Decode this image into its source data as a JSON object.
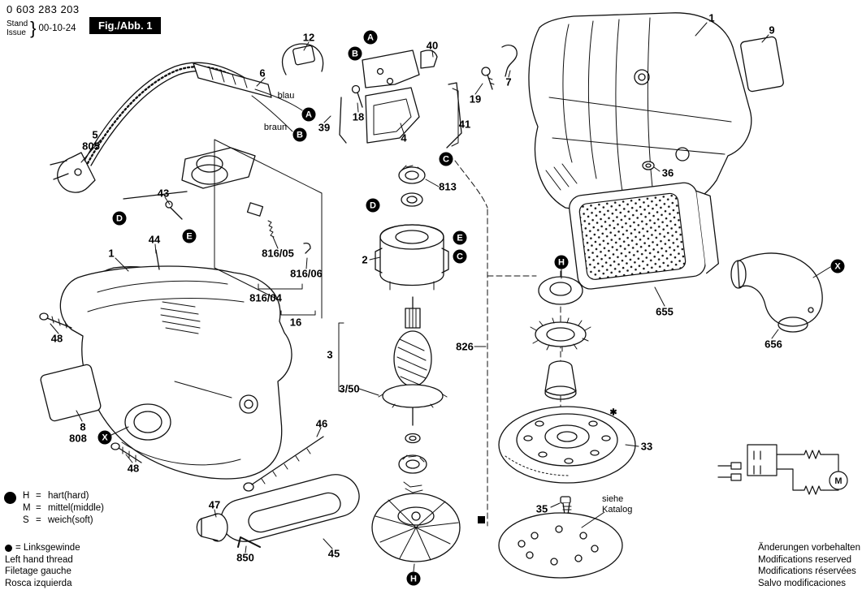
{
  "header": {
    "doc_number": "0 603 283 203",
    "stand_label": "Stand",
    "issue_label": "Issue",
    "brace": "}",
    "issue_date": "00-10-24",
    "figure_label": "Fig./Abb. 1"
  },
  "wire_labels": {
    "blue": "blau",
    "brown": "braun"
  },
  "markers": {
    "star": "✱"
  },
  "callouts": [
    "12",
    "40",
    "6",
    "39",
    "18",
    "4",
    "41",
    "5",
    "805",
    "813",
    "43",
    "44",
    "1",
    "816/05",
    "816/06",
    "816/04",
    "16",
    "2",
    "3",
    "3/50",
    "826",
    "48",
    "8",
    "808",
    "48",
    "46",
    "47",
    "850",
    "45",
    "35",
    "33",
    "19",
    "7",
    "36",
    "1",
    "9",
    "655",
    "656"
  ],
  "letter_markers": [
    "A",
    "B",
    "A",
    "B",
    "C",
    "D",
    "E",
    "D",
    "E",
    "C",
    "H",
    "X",
    "X",
    "H"
  ],
  "catalog_note": {
    "line1": "siehe",
    "line2": "Katalog"
  },
  "hardness_legend": {
    "eq": "=",
    "rows": [
      {
        "key": "H",
        "value": "hart(hard)"
      },
      {
        "key": "M",
        "value": "mittel(middle)"
      },
      {
        "key": "S",
        "value": "weich(soft)"
      }
    ]
  },
  "thread_legend": {
    "line1": "= Linksgewinde",
    "line2": "Left hand thread",
    "line3": "Filetage gauche",
    "line4": "Rosca izquierda"
  },
  "modifications": {
    "de": "Änderungen vorbehalten",
    "en": "Modifications reserved",
    "fr": "Modifications réservées",
    "es": "Salvo modificaciones"
  },
  "schematic": {
    "motor_label": "M"
  }
}
